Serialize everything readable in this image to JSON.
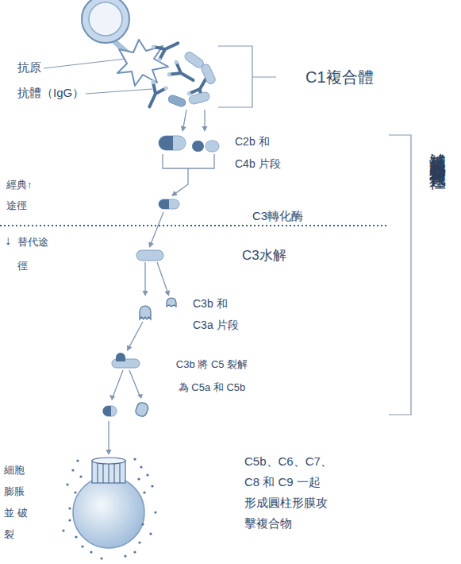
{
  "diagram": {
    "title": "補體系統的古典途徑和替代途徑",
    "nodes": [
      {
        "text": [
          "C1複合體"
        ]
      },
      {
        "text": [
          "C2b 和 C4b 片段"
        ]
      },
      {
        "text": [
          "C3轉化酶"
        ]
      },
      {
        "text": [
          "C3水解"
        ]
      },
      {
        "text": [
          "C3b 和 C3a 片段"
        ]
      },
      {
        "text": [
          "C3b 將 C5 裂解 為 C5a 和 C5b"
        ]
      },
      {
        "text": [
          "C5b、C6、C7、 C8 和 C9 一起 形成圓柱形膜攻擊複合物"
        ]
      }
    ],
    "edges": [
      {
        "from": 0,
        "to": 1,
        "arrow": "to"
      },
      {
        "from": 1,
        "to": 2,
        "arrow": "to"
      },
      {
        "from": 2,
        "to": 3,
        "arrow": "to"
      },
      {
        "from": 3,
        "to": 4,
        "arrow": "to"
      },
      {
        "from": 4,
        "to": 5,
        "arrow": "to"
      },
      {
        "from": 5,
        "to": 6,
        "arrow": "to"
      }
    ],
    "labels": [
      "抗原",
      "抗體（IgG）",
      "經典↑ 途徑",
      "↓",
      "替代途徑",
      "細胞 膨脹 並 破裂"
    ]
  }
}
